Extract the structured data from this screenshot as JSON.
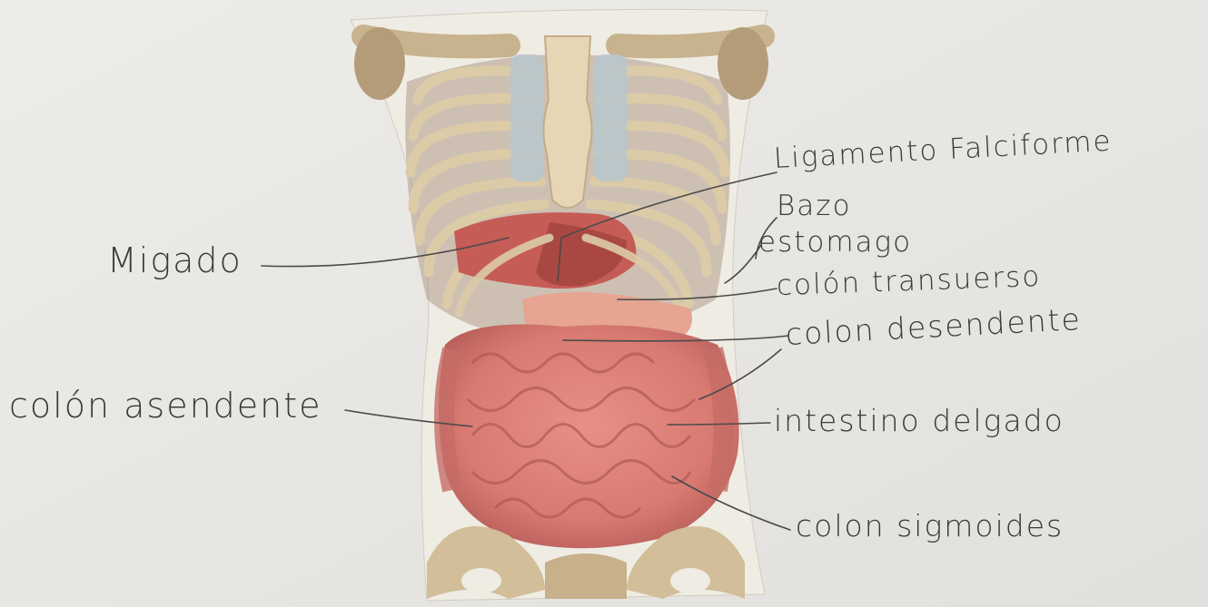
{
  "labels": {
    "ligamento": "Ligamento Falciforme",
    "bazo": "Bazo",
    "estomago": "estomago",
    "higado": "Migado",
    "colon_transverso": "colón transuerso",
    "colon_desendente": "colon desendente",
    "colon_asendente": "colón asendente",
    "intestino_delgado": "intestino delgado",
    "colon_sigmoides": "colon sigmoides"
  },
  "colors": {
    "paper": "#e9e7e3",
    "bone": "#d8c7a4",
    "intestine": "#de8078",
    "liver": "#b6504c",
    "cartilage": "#b9c6cc",
    "ink": "#3a3a3a"
  }
}
